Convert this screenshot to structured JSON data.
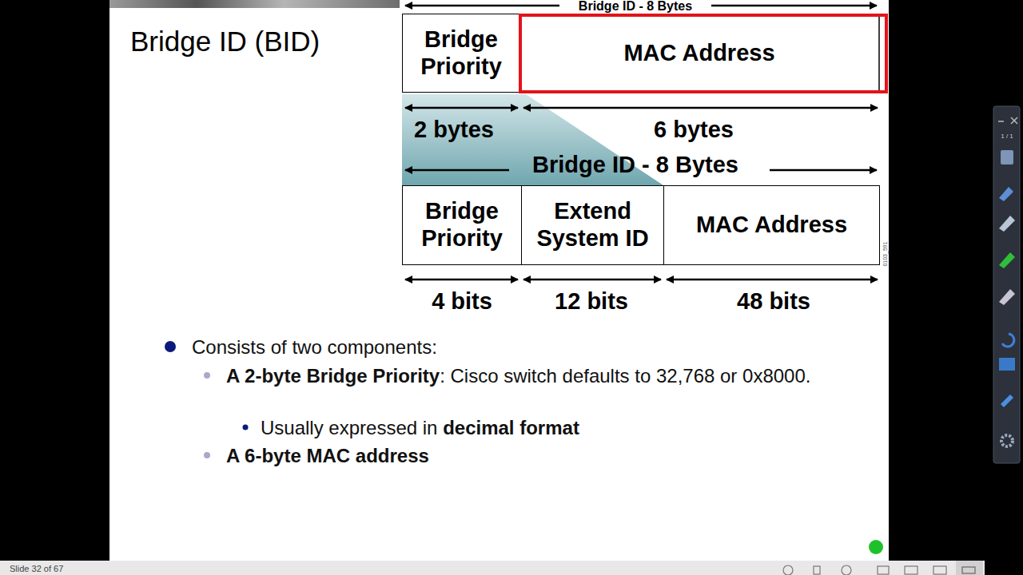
{
  "diagram": {
    "title": "Bridge ID (BID)",
    "nodes": [
      {
        "text": [
          "Bridge Priority"
        ]
      },
      {
        "text": [
          "MAC Address"
        ]
      },
      {
        "text": [
          "Bridge Priority"
        ]
      },
      {
        "text": [
          "Extend System ID"
        ]
      },
      {
        "text": [
          "MAC Address"
        ]
      }
    ],
    "labels": [
      "Bridge ID - 8 Bytes",
      "2 bytes",
      "6 bytes",
      "Bridge ID - 8 Bytes",
      "0103_591",
      "4 bits",
      "12 bits",
      "48 bits",
      "Consists of two components:",
      "A 2-byte Bridge Priority",
      ": Cisco switch defaults to 32,768 or 0x8000.",
      "Usually expressed in",
      "decimal format",
      "A 6-byte MAC address",
      "Slide 32 of 67",
      "1 / 1"
    ]
  }
}
